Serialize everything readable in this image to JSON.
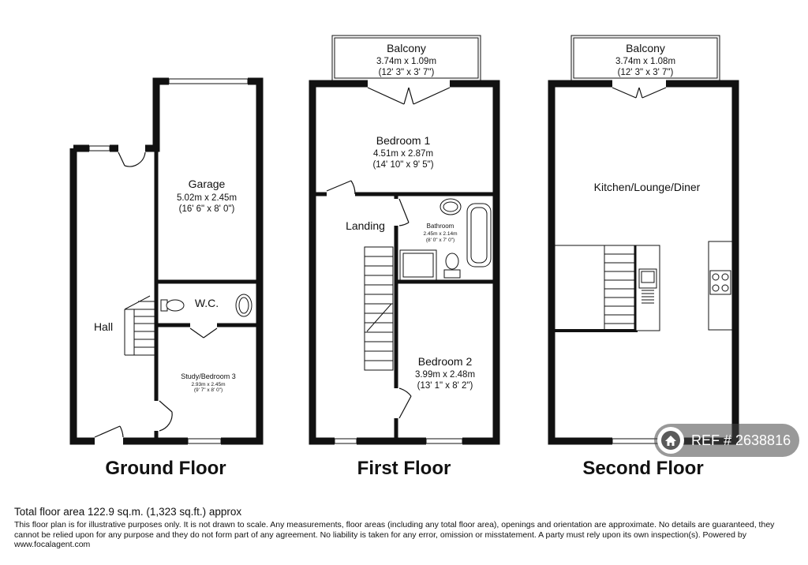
{
  "floors": [
    {
      "title": "Ground Floor",
      "rooms": [
        {
          "name": "Garage",
          "metric": "5.02m x 2.45m",
          "imperial": "(16' 6\" x 8' 0\")"
        },
        {
          "name": "W.C."
        },
        {
          "name": "Hall"
        },
        {
          "name": "Study/Bedroom 3",
          "metric": "2.93m x 2.45m",
          "imperial": "(9' 7\" x 8' 0\")"
        }
      ]
    },
    {
      "title": "First Floor",
      "rooms": [
        {
          "name": "Balcony",
          "metric": "3.74m x 1.09m",
          "imperial": "(12' 3\" x 3' 7\")"
        },
        {
          "name": "Bedroom 1",
          "metric": "4.51m x 2.87m",
          "imperial": "(14' 10\" x 9' 5\")"
        },
        {
          "name": "Landing"
        },
        {
          "name": "Bathroom",
          "metric": "2.45m x 2.14m",
          "imperial": "(8' 0\" x 7' 0\")"
        },
        {
          "name": "Bedroom 2",
          "metric": "3.99m x 2.48m",
          "imperial": "(13' 1\" x 8' 2\")"
        }
      ]
    },
    {
      "title": "Second Floor",
      "rooms": [
        {
          "name": "Balcony",
          "metric": "3.74m x 1.08m",
          "imperial": "(12' 3\" x 3' 7\")"
        },
        {
          "name": "Kitchen/Lounge/Diner"
        }
      ]
    }
  ],
  "footer": {
    "total_area": "Total floor area 122.9 sq.m. (1,323 sq.ft.) approx",
    "disclaimer": "This floor plan is for illustrative purposes only. It is not drawn to scale. Any measurements, floor areas (including any total floor area), openings and orientation are approximate. No details are guaranteed, they cannot be relied upon for any purpose and they do not form part of any agreement. No liability is taken for any error, omission or misstatement. A party must rely upon its own inspection(s). Powered by www.focalagent.com"
  },
  "badge": {
    "text": "REF # 2638816",
    "icon": "house-icon",
    "color": "#464646"
  }
}
